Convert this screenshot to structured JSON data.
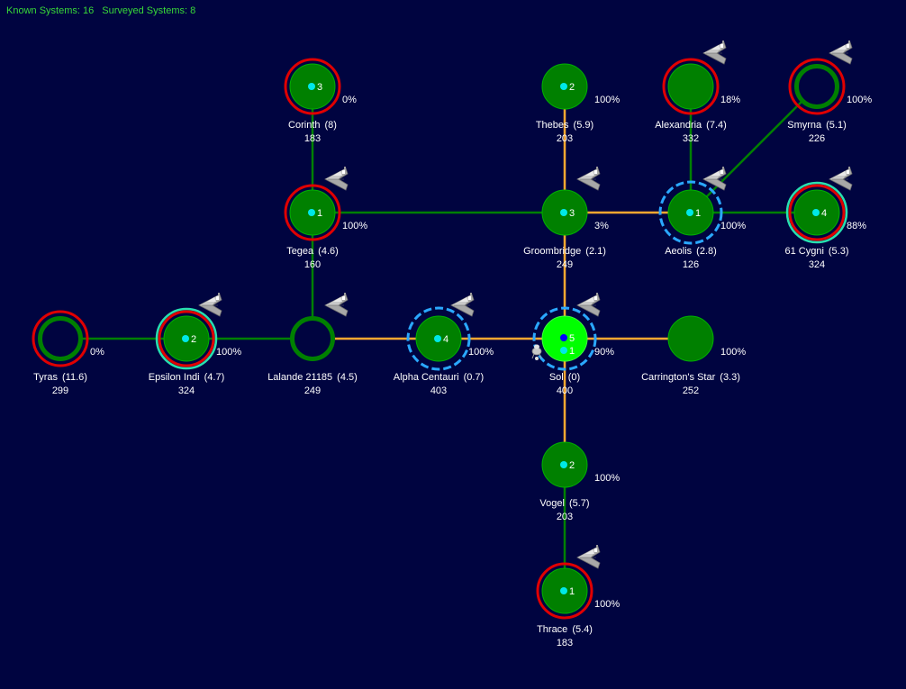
{
  "header": {
    "known_label": "Known Systems: 16",
    "surveyed_label": "Surveyed Systems: 8"
  },
  "colors": {
    "background": "#000440",
    "system_fill": "#008000",
    "system_border": "#00b000",
    "home_fill": "#00ff00",
    "jump_unexplored": "#008000",
    "jump_explored": "#ffa830",
    "red_ring": "#e00000",
    "teal_ring": "#28e0b0",
    "fleet_ring": "#2aa8ff",
    "dot_cyan": "#00e8e8",
    "dot_blue": "#0000ff",
    "header_text": "#38d838"
  },
  "systems": [
    {
      "id": "corinth",
      "name": "Corinth",
      "dist": "(8)",
      "pop": "183",
      "pct": "0%",
      "count": "3",
      "red": true
    },
    {
      "id": "thebes",
      "name": "Thebes",
      "dist": "(5.9)",
      "pop": "203",
      "pct": "100%",
      "count": "2"
    },
    {
      "id": "alexandria",
      "name": "Alexandria",
      "dist": "(7.4)",
      "pop": "332",
      "pct": "18%",
      "red": true,
      "ship": true
    },
    {
      "id": "smyrna",
      "name": "Smyrna",
      "dist": "(5.1)",
      "pop": "226",
      "pct": "100%",
      "red": true,
      "hollow": true,
      "ship": true
    },
    {
      "id": "tegea",
      "name": "Tegea",
      "dist": "(4.6)",
      "pop": "160",
      "pct": "100%",
      "count": "1",
      "red": true,
      "ship": true
    },
    {
      "id": "groombridge",
      "name": "Groombridge",
      "dist": "(2.1)",
      "pop": "249",
      "pct": "3%",
      "count": "3",
      "ship": true
    },
    {
      "id": "aeolis",
      "name": "Aeolis",
      "dist": "(2.8)",
      "pop": "126",
      "pct": "100%",
      "count": "1",
      "fleet": true,
      "ship": true
    },
    {
      "id": "61cygni",
      "name": "61 Cygni",
      "dist": "(5.3)",
      "pop": "324",
      "pct": "88%",
      "count": "4",
      "red": true,
      "teal": true,
      "ship": true
    },
    {
      "id": "tyras",
      "name": "Tyras",
      "dist": "(11.6)",
      "pop": "299",
      "pct": "0%",
      "red": true,
      "hollow": true
    },
    {
      "id": "epsilon",
      "name": "Epsilon Indi",
      "dist": "(4.7)",
      "pop": "324",
      "pct": "100%",
      "count": "2",
      "red": true,
      "teal": true,
      "ship": true
    },
    {
      "id": "lalande",
      "name": "Lalande 21185",
      "dist": "(4.5)",
      "pop": "249",
      "pct": "",
      "hollow": true,
      "ship": true
    },
    {
      "id": "alpha",
      "name": "Alpha Centauri",
      "dist": "(0.7)",
      "pop": "403",
      "pct": "100%",
      "count": "4",
      "fleet": true,
      "ship": true
    },
    {
      "id": "sol",
      "name": "Sol",
      "dist": "(0)",
      "pop": "400",
      "pct": "90%",
      "count": "5",
      "count2": "1",
      "home": true,
      "fleet": true,
      "ship": true,
      "probe": true
    },
    {
      "id": "carrington",
      "name": "Carrington's Star",
      "dist": "(3.3)",
      "pop": "252",
      "pct": "100%"
    },
    {
      "id": "vogel",
      "name": "Vogel",
      "dist": "(5.7)",
      "pop": "203",
      "pct": "100%",
      "count": "2"
    },
    {
      "id": "thrace",
      "name": "Thrace",
      "dist": "(5.4)",
      "pop": "183",
      "pct": "100%",
      "count": "1",
      "red": true,
      "ship": true
    }
  ],
  "jumps": [
    {
      "from": "corinth",
      "to": "tegea",
      "explored": false
    },
    {
      "from": "tegea",
      "to": "lalande",
      "explored": false
    },
    {
      "from": "tegea",
      "to": "groombridge",
      "explored": false
    },
    {
      "from": "thebes",
      "to": "groombridge",
      "explored": true
    },
    {
      "from": "alexandria",
      "to": "aeolis",
      "explored": false
    },
    {
      "from": "smyrna",
      "to": "aeolis",
      "explored": false
    },
    {
      "from": "groombridge",
      "to": "aeolis",
      "explored": true
    },
    {
      "from": "aeolis",
      "to": "61cygni",
      "explored": false
    },
    {
      "from": "groombridge",
      "to": "sol",
      "explored": true
    },
    {
      "from": "tyras",
      "to": "epsilon",
      "explored": false
    },
    {
      "from": "epsilon",
      "to": "lalande",
      "explored": false
    },
    {
      "from": "lalande",
      "to": "alpha",
      "explored": true
    },
    {
      "from": "alpha",
      "to": "sol",
      "explored": true
    },
    {
      "from": "sol",
      "to": "carrington",
      "explored": true
    },
    {
      "from": "sol",
      "to": "vogel",
      "explored": true
    },
    {
      "from": "vogel",
      "to": "thrace",
      "explored": false
    }
  ]
}
